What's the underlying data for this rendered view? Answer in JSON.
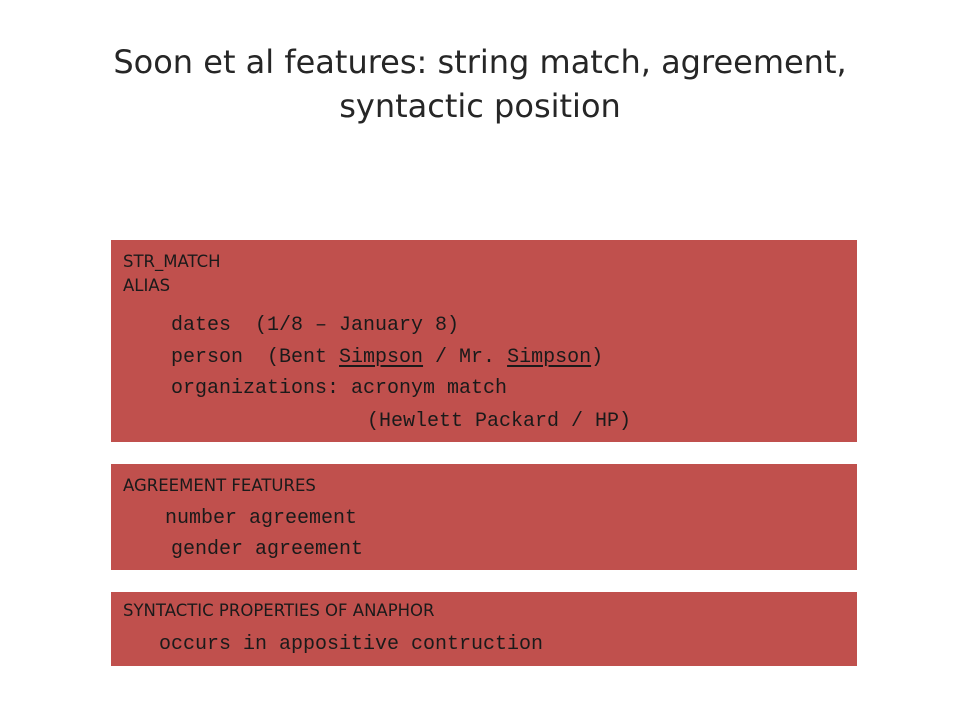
{
  "title": "Soon et al features: string match, agreement, syntactic position",
  "colors": {
    "box_fill": "#c0504d",
    "text": "#1a1a1a",
    "title_text": "#262626"
  },
  "str_match_box": {
    "heading1": "STR_MATCH",
    "heading2": "ALIAS",
    "dates": "dates  (1/8 – January 8)",
    "person": {
      "prefix": "person  (Bent ",
      "surname1": "Simpson",
      "middle": " / Mr. ",
      "surname2": "Simpson",
      "suffix": ")"
    },
    "organizations": "organizations: acronym match",
    "organizations_example": "(Hewlett Packard / HP)"
  },
  "agreement_box": {
    "heading": "AGREEMENT FEATURES",
    "items": [
      "number agreement",
      "gender agreement"
    ]
  },
  "syntactic_box": {
    "heading": "SYNTACTIC PROPERTIES OF ANAPHOR",
    "items": [
      "occurs in appositive contruction"
    ]
  }
}
